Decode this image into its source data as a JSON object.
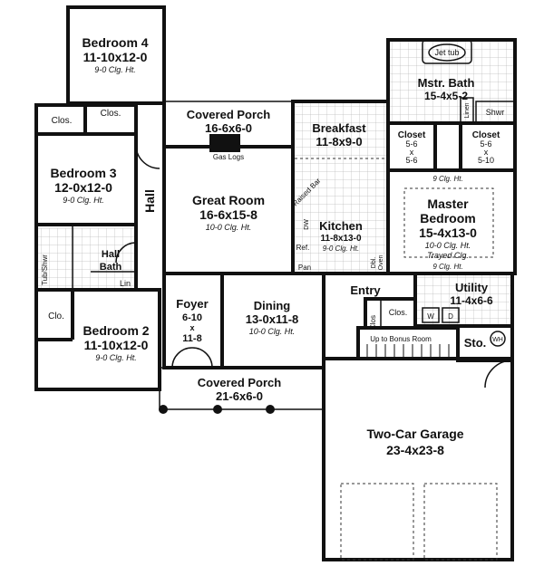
{
  "rooms": {
    "bedroom4": {
      "name": "Bedroom 4",
      "dims": "11-10x12-0",
      "ceiling": "9-0 Clg. Ht."
    },
    "bedroom3": {
      "name": "Bedroom 3",
      "dims": "12-0x12-0",
      "ceiling": "9-0 Clg. Ht."
    },
    "bedroom2": {
      "name": "Bedroom 2",
      "dims": "11-10x12-0",
      "ceiling": "9-0 Clg. Ht."
    },
    "covered_porch_rear": {
      "name": "Covered Porch",
      "dims": "16-6x6-0"
    },
    "gas_logs": "Gas Logs",
    "great_room": {
      "name": "Great Room",
      "dims": "16-6x15-8",
      "ceiling": "10-0 Clg. Ht."
    },
    "hall": "Hall",
    "hall_bath": {
      "name_line1": "Hall",
      "name_line2": "Bath"
    },
    "tub_shwr": "Tub/Shwr",
    "lin_hall": "Lin",
    "clos_b4_left": "Clos.",
    "clos_b4_right": "Clos.",
    "clo_b2": "Clo.",
    "breakfast": {
      "name": "Breakfast",
      "dims": "11-8x9-0"
    },
    "raised_bar": "Raised Bar",
    "kitchen": {
      "name": "Kitchen",
      "dims": "11-8x13-0",
      "ceiling": "9-0 Clg. Ht."
    },
    "dw": "DW",
    "ref": "Ref.",
    "pan": "Pan",
    "dbl_oven": {
      "line1": "Dbl.",
      "line2": "Oven"
    },
    "jet_tub": "Jet tub",
    "mstr_bath": {
      "name": "Mstr. Bath",
      "dims": "15-4x5-2"
    },
    "linen": "Linen",
    "shwr": "Shwr",
    "closet_left": {
      "name": "Closet",
      "d1": "5-6",
      "x": "x",
      "d2": "5-6"
    },
    "closet_right": {
      "name": "Closet",
      "d1": "5-6",
      "x": "x",
      "d2": "5-10"
    },
    "master_top_clg": "9 Clg. Ht.",
    "master": {
      "name_line1": "Master",
      "name_line2": "Bedroom",
      "dims": "15-4x13-0",
      "ceiling": "10-0 Clg. Ht.",
      "trayed": "Trayed Clg."
    },
    "master_bottom_clg": "9 Clg. Ht.",
    "foyer": {
      "name": "Foyer",
      "d1": "6-10",
      "x": "x",
      "d2": "11-8"
    },
    "dining": {
      "name": "Dining",
      "dims": "13-0x11-8",
      "ceiling": "10-0 Clg. Ht."
    },
    "entry": "Entry",
    "clos_entry_v": "Clos",
    "clos_entry": "Clos.",
    "utility": {
      "name": "Utility",
      "dims": "11-4x6-6"
    },
    "washer": "W",
    "dryer": "D",
    "up_bonus": "Up to Bonus Room",
    "sto": "Sto.",
    "wh": "WH",
    "covered_porch_front": {
      "name": "Covered Porch",
      "dims": "21-6x6-0"
    },
    "garage": {
      "name": "Two-Car Garage",
      "dims": "23-4x23-8"
    }
  }
}
